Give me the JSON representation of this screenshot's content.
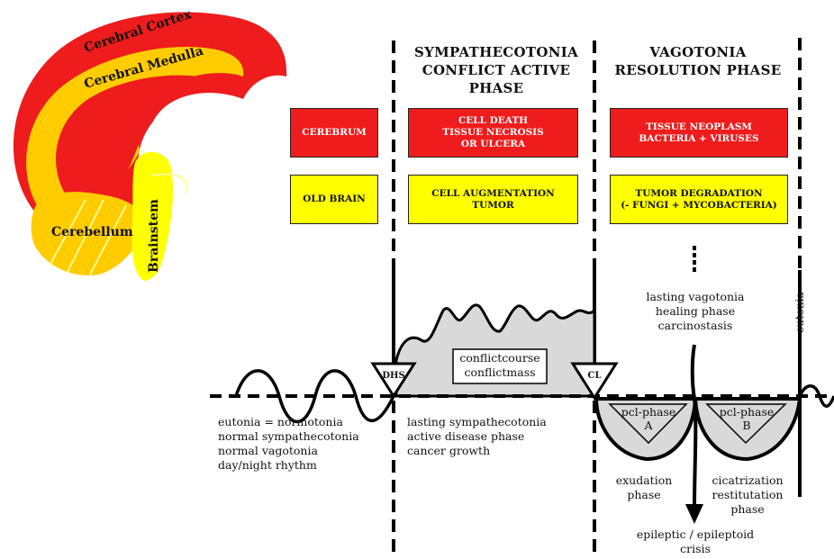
{
  "brain": {
    "cortex": "Cerebral Cortex",
    "medulla": "Cerebral Medulla",
    "cerebellum": "Cerebellum",
    "brainstem": "Brainstem"
  },
  "headers": {
    "sympathicotonia": [
      "SYMPATHECOTONIA",
      "CONFLICT ACTIVE",
      "PHASE"
    ],
    "vagotonia": [
      "VAGOTONIA",
      "RESOLUTION PHASE"
    ]
  },
  "boxes": {
    "cerebrum": "CEREBRUM",
    "old_brain": "OLD BRAIN",
    "active_red": [
      "CELL DEATH",
      "TISSUE NECROSIS",
      "OR ULCERA"
    ],
    "active_yellow": [
      "CELL AUGMENTATION",
      "TUMOR"
    ],
    "resolution_red": [
      "TISSUE NEOPLASM",
      "BACTERIA + VIRUSES"
    ],
    "resolution_yellow": [
      "TUMOR DEGRADATION",
      "(- FUNGI + MYCOBACTERIA)"
    ]
  },
  "markers": {
    "dhs": "DHS",
    "cl": "CL"
  },
  "labels": {
    "conflict": [
      "conflictcourse",
      "conflictmass"
    ],
    "normotonia": [
      "eutonia = normotonia",
      "normal sympathecotonia",
      "normal vagotonia",
      "day/night rhythm"
    ],
    "sympathicotonia": [
      "lasting sympathecotonia",
      "active disease phase",
      "cancer growth"
    ],
    "vagotonia": [
      "lasting vagotonia",
      "healing phase",
      "carcinostasis"
    ],
    "pcl_a": [
      "pcl-phase",
      "A"
    ],
    "pcl_b": [
      "pcl-phase",
      "B"
    ],
    "exudation": [
      "exudation",
      "phase"
    ],
    "cicatrization": [
      "cicatrization",
      "restitutation",
      "phase"
    ],
    "crisis": [
      "epileptic / epileptoid",
      "crisis"
    ],
    "eutonia": "eutonia"
  },
  "colors": {
    "red": "#ee1c1c",
    "yellow": "#ffff00",
    "orange": "#ffcc00",
    "gray_fill": "#d9d9d9",
    "line": "#000000"
  }
}
